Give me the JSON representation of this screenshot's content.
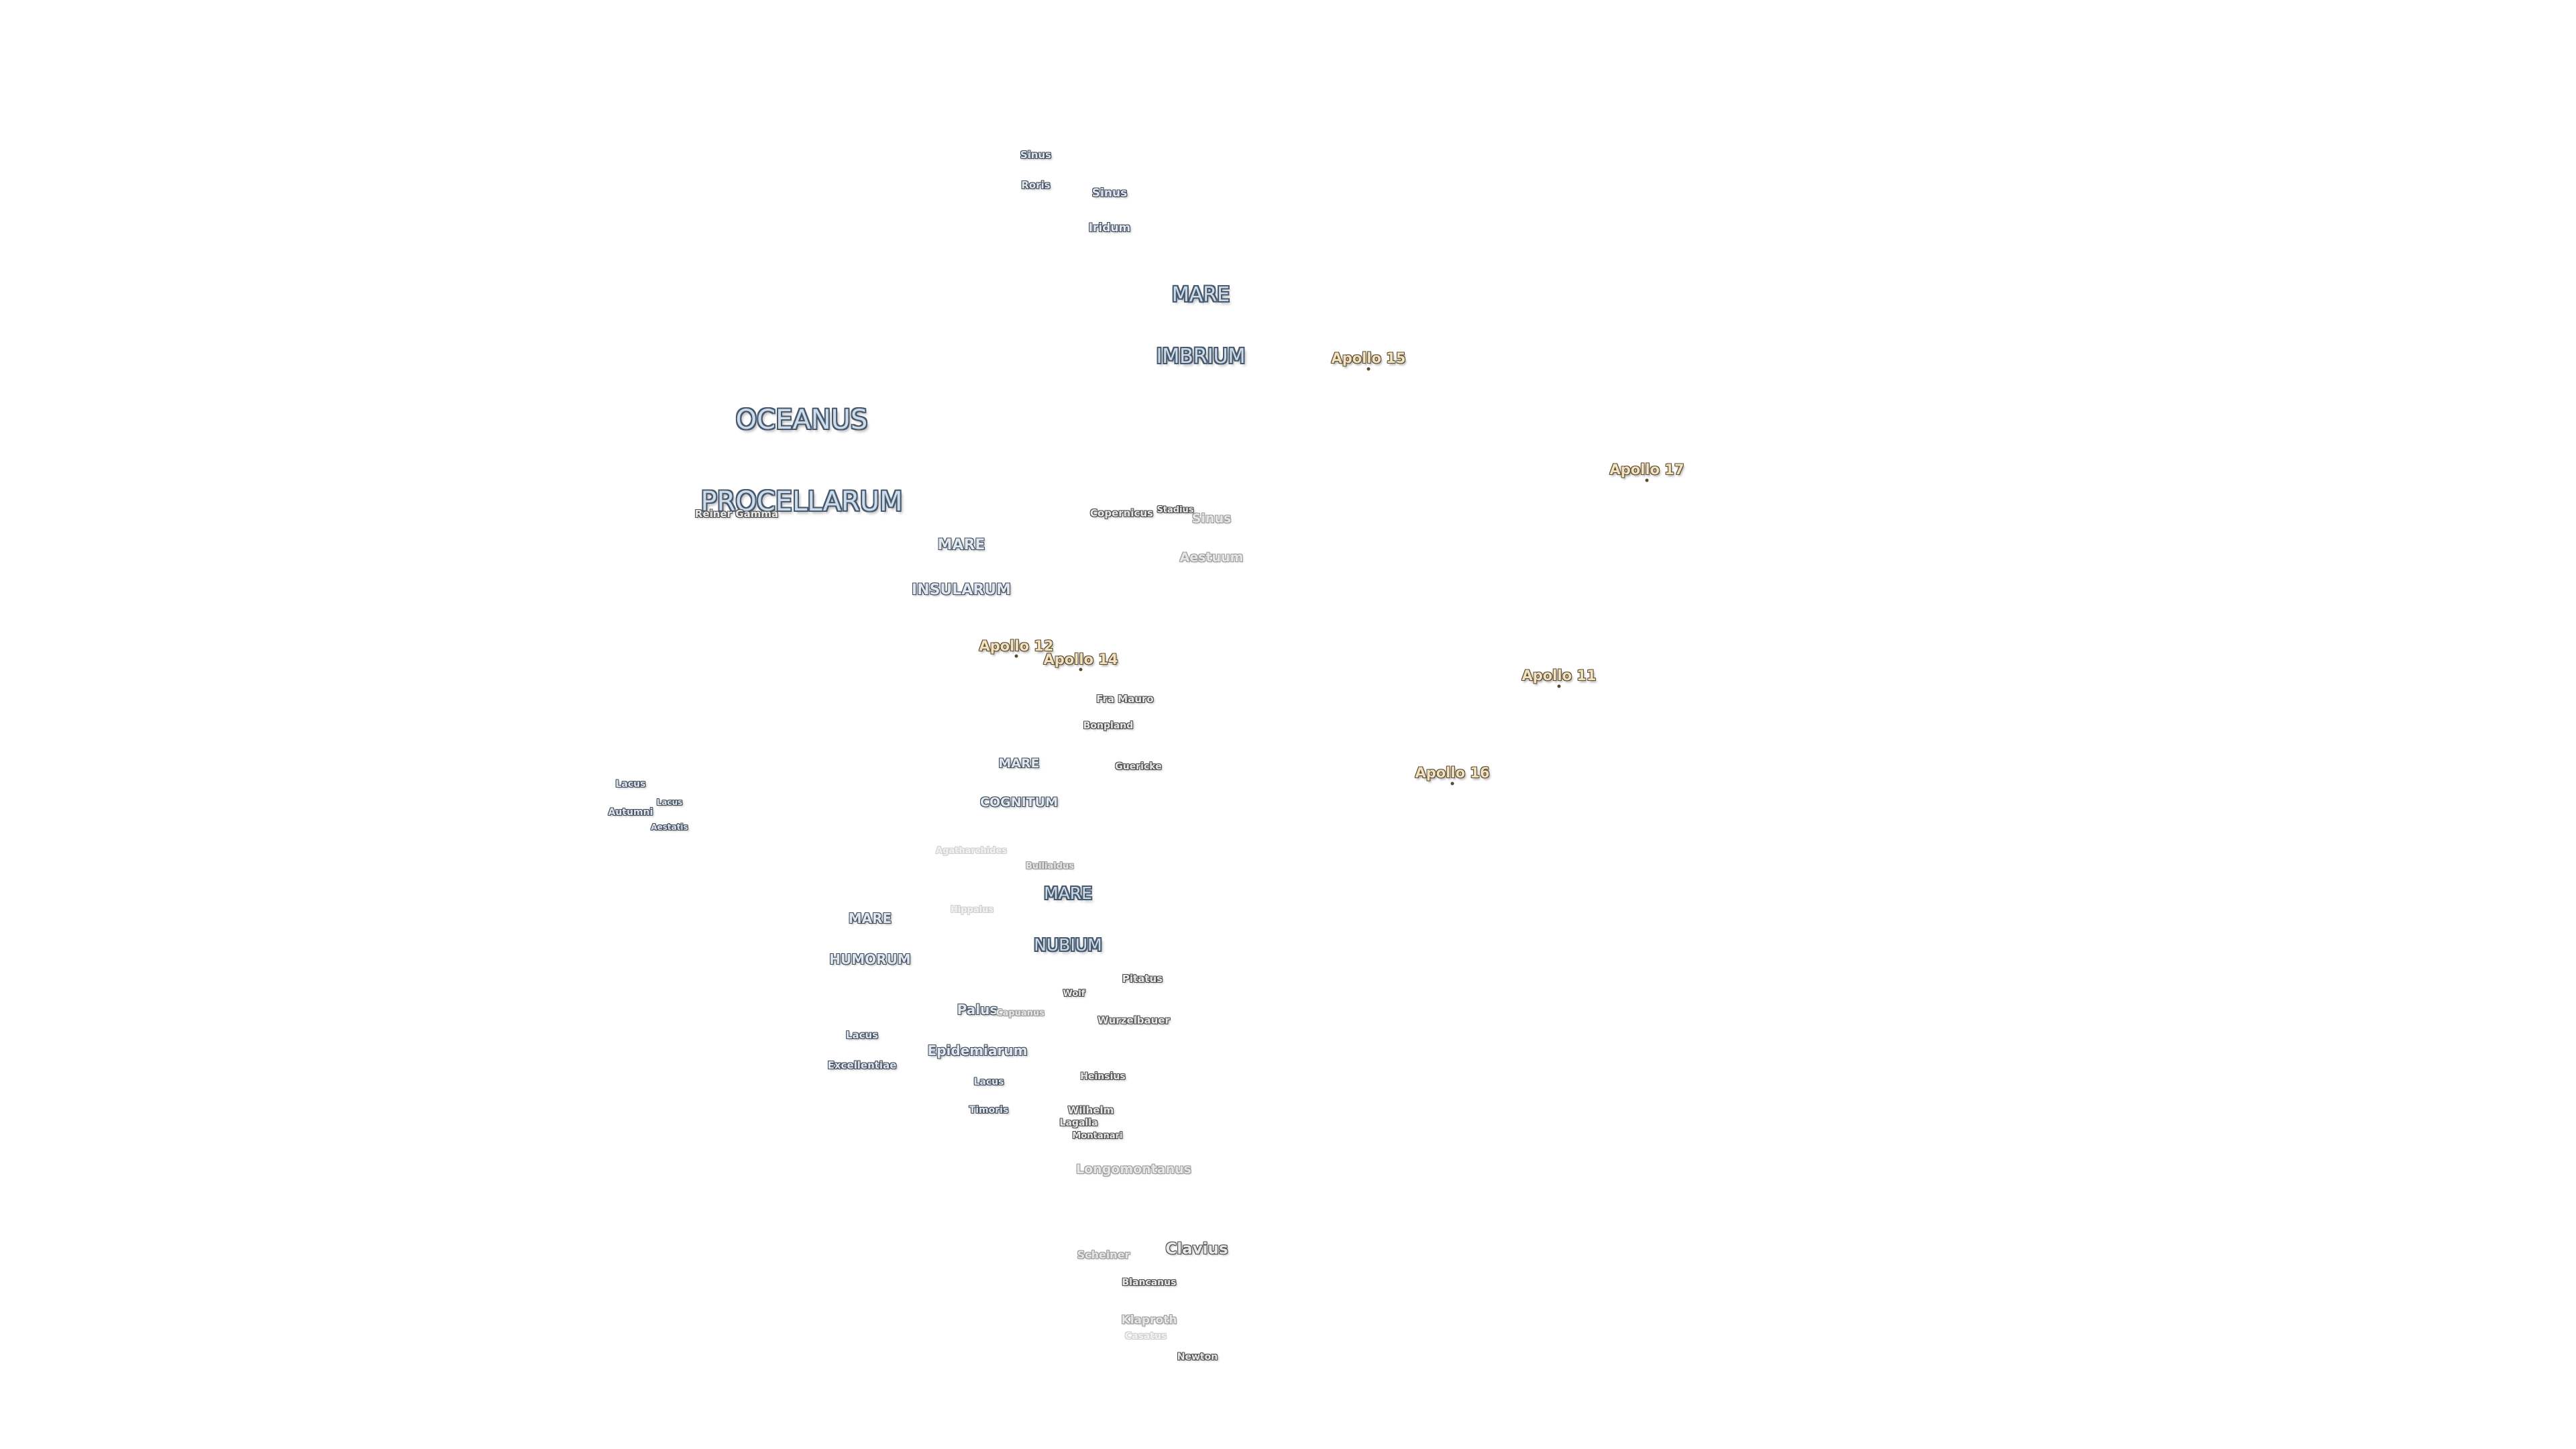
{
  "colors": {
    "background": "#ffffff",
    "mare_fill": "#cddcea",
    "mare_outline": "#4a5a6e",
    "crater_fill": "#e9e9e9",
    "crater_outline": "#4b4b4b",
    "apollo_fill": "#f2e2bf",
    "apollo_outline": "#5a4a30"
  },
  "labels": {
    "oceanus_procellarum": [
      "OCEANUS",
      "PROCELLARUM"
    ],
    "mare_imbrium": [
      "MARE",
      "IMBRIUM"
    ],
    "mare_insularum": [
      "MARE",
      "INSULARUM"
    ],
    "mare_cognitum": [
      "MARE",
      "COGNITUM"
    ],
    "mare_nubium": [
      "MARE",
      "NUBIUM"
    ],
    "mare_humorum": [
      "MARE",
      "HUMORUM"
    ],
    "sinus_roris": [
      "Sinus",
      "Roris"
    ],
    "sinus_iridum": [
      "Sinus",
      "Iridum"
    ],
    "sinus_aestuum": [
      "Sinus",
      "Aestuum"
    ],
    "palus_epidemiarum": [
      "Palus",
      "Epidemiarum"
    ],
    "lacus_autumni": [
      "Lacus",
      "Autumni"
    ],
    "lacus_aestatis": [
      "Lacus",
      "Aestatis"
    ],
    "lacus_excellentiae": [
      "Lacus",
      "Excellentiae"
    ],
    "lacus_timoris": [
      "Lacus",
      "Timoris"
    ],
    "reiner_gamma": "Reiner Gamma",
    "copernicus": "Copernicus",
    "stadius": "Stadius",
    "fra_mauro": "Fra Mauro",
    "bonpland": "Bonpland",
    "guericke": "Guericke",
    "pitatus": "Pitatus",
    "wolf": "Wolf",
    "capuanus": "Capuanus",
    "wurzelbauer": "Wurzelbauer",
    "heinsius": "Heinsius",
    "wilhelm": "Wilhelm",
    "lagalla": "Lagalla",
    "montanari": "Montanari",
    "longomontanus": "Longomontanus",
    "clavius": "Clavius",
    "scheiner": "Scheiner",
    "blancanus": "Blancanus",
    "klaproth": "Klaproth",
    "casatus": "Casatus",
    "newton": "Newton",
    "hippalus": "Hippalus",
    "bullialdus": "Bullialdus",
    "agatharchides": "Agatharchides"
  },
  "apollo_sites": [
    {
      "key": "a15",
      "label": "Apollo 15"
    },
    {
      "key": "a17",
      "label": "Apollo 17"
    },
    {
      "key": "a12",
      "label": "Apollo 12"
    },
    {
      "key": "a14",
      "label": "Apollo 14"
    },
    {
      "key": "a11",
      "label": "Apollo 11"
    },
    {
      "key": "a16",
      "label": "Apollo 16"
    }
  ]
}
